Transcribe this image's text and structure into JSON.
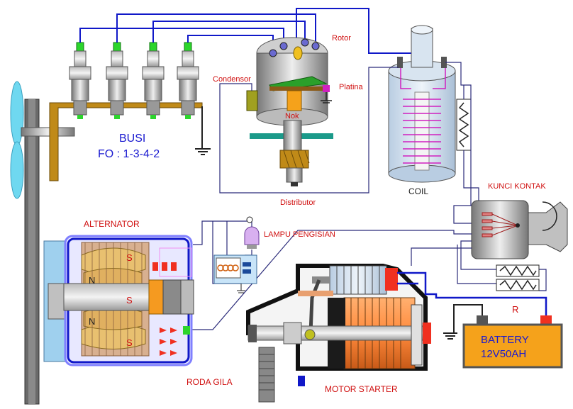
{
  "labels": {
    "busi": "BUSI",
    "firing_order": "FO : 1-3-4-2",
    "rotor": "Rotor",
    "condensor": "Condensor",
    "platina": "Platina",
    "nok": "Nok",
    "distributor": "Distributor",
    "coil": "COIL",
    "kunci_kontak": "KUNCI KONTAK",
    "alternator": "ALTERNATOR",
    "lampu_pengisian": "LAMPU PENGISIAN",
    "resistor": "R",
    "battery_line1": "BATTERY",
    "battery_line2": "12V50AH",
    "roda_gila": "RODA GILA",
    "motor_starter": "MOTOR STARTER",
    "pole_s": "S",
    "pole_n": "N"
  },
  "colors": {
    "wire_blue": "#1018c8",
    "wire_dark": "#2b2b7a",
    "label_red": "#d01010",
    "label_blue": "#1a1ad0",
    "battery_fill": "#f5a21b",
    "coil_body": "#cfe0f0",
    "bracket": "#b07a10",
    "magnet": "#e8c070"
  }
}
